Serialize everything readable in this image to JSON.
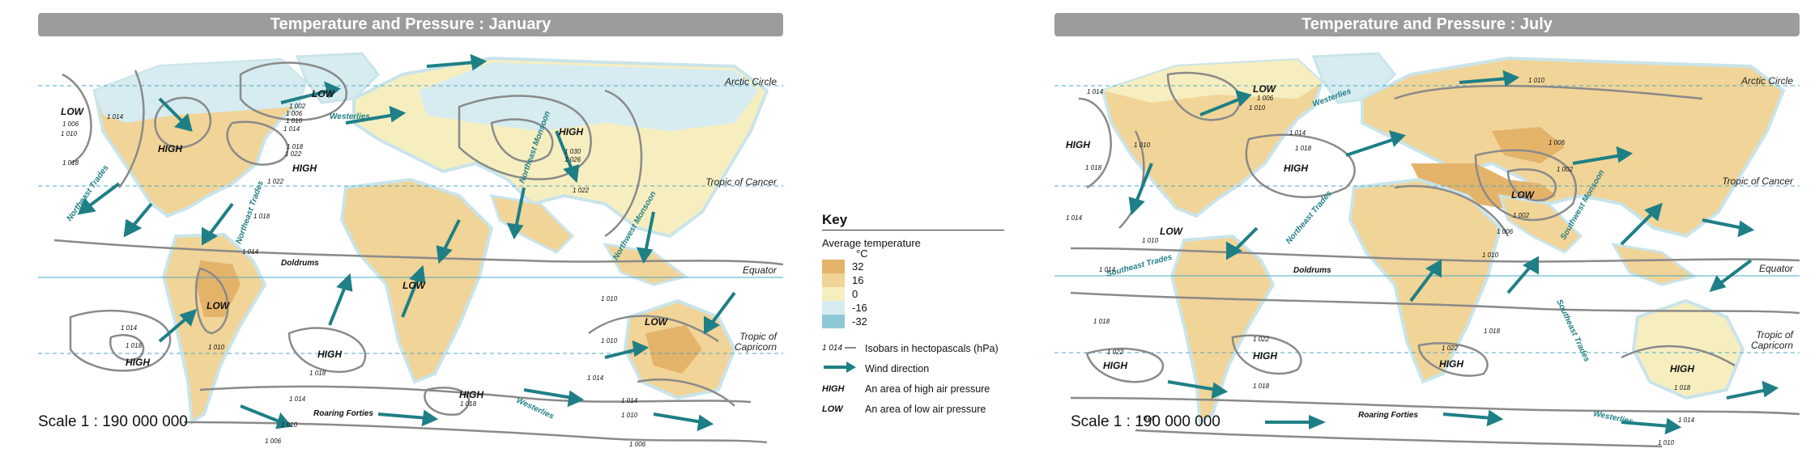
{
  "maps": [
    {
      "id": "january",
      "title": "Temperature and Pressure : January",
      "scale": "Scale 1 : 190 000 000",
      "latitude_lines": [
        "Arctic Circle",
        "Tropic of Cancer",
        "Equator",
        "Tropic of Capricorn"
      ],
      "pressure_labels": [
        "LOW",
        "LOW",
        "HIGH",
        "HIGH",
        "HIGH",
        "LOW",
        "LOW",
        "LOW",
        "HIGH",
        "HIGH",
        "HIGH"
      ],
      "region_labels": [
        "Westerlies",
        "Northeast Monsoon",
        "Northeast Trades",
        "Northeast Trades",
        "Northwest Monsoon",
        "Doldrums",
        "Roaring Forties",
        "Westerlies"
      ],
      "isobar_values": [
        "1 014",
        "1 006",
        "1 010",
        "1 018",
        "1 002",
        "1 006",
        "1 010",
        "1 014",
        "1 018",
        "1 022",
        "1 022",
        "1 030",
        "1 026",
        "1 022",
        "1 018",
        "1 014",
        "1 010",
        "1 014",
        "1 018",
        "1 014",
        "1 010",
        "1 018",
        "1 014",
        "1 018",
        "1 010",
        "1 014",
        "1 010",
        "1 006",
        "1 006",
        "1 010"
      ]
    },
    {
      "id": "july",
      "title": "Temperature and Pressure : July",
      "scale": "Scale 1 : 190 000 000",
      "latitude_lines": [
        "Arctic Circle",
        "Tropic of Cancer",
        "Equator",
        "Tropic of Capricorn"
      ],
      "pressure_labels": [
        "LOW",
        "HIGH",
        "HIGH",
        "LOW",
        "LOW",
        "HIGH",
        "HIGH",
        "HIGH",
        "HIGH"
      ],
      "region_labels": [
        "Westerlies",
        "Northeast Trades",
        "Southwest Monsoon",
        "Southeast Trades",
        "Southeast Trades",
        "Doldrums",
        "Roaring Forties",
        "Westerlies"
      ],
      "isobar_values": [
        "1 014",
        "1 006",
        "1 010",
        "1 010",
        "1 014",
        "1 018",
        "1 018",
        "1 010",
        "1 006",
        "1 002",
        "1 002",
        "1 006",
        "1 010",
        "1 014",
        "1 010",
        "1 014",
        "1 018",
        "1 018",
        "1 022",
        "1 022",
        "1 022",
        "1 018",
        "1 018",
        "1 014",
        "1 014",
        "1 010"
      ]
    }
  ],
  "key": {
    "title": "Key",
    "average_temperature": "Average temperature",
    "unit": "°C",
    "temperature_scale": [
      {
        "value": "32",
        "color": "#e4b36a"
      },
      {
        "value": "16",
        "color": "#f1d497"
      },
      {
        "value": "0",
        "color": "#f7eec0"
      },
      {
        "value": "-16",
        "color": "#d6ecf0"
      },
      {
        "value": "-32",
        "color": "#8fc8d7"
      }
    ],
    "isobar_symbol": "1 014",
    "isobar_label": "Isobars in hectopascals (hPa)",
    "wind_label": "Wind direction",
    "high_symbol": "HIGH",
    "high_label": "An area of high air pressure",
    "low_symbol": "LOW",
    "low_label": "An area of low air pressure"
  },
  "colors": {
    "ocean": "#ffffff",
    "land_warm": "#f1d497",
    "land_hot": "#e4b36a",
    "land_mild": "#f7eec0",
    "cold": "#d6ecf0",
    "isobar": "#8a8a8a",
    "wind_arrow": "#1f7f86",
    "title_bar": "#9a9c9e"
  }
}
